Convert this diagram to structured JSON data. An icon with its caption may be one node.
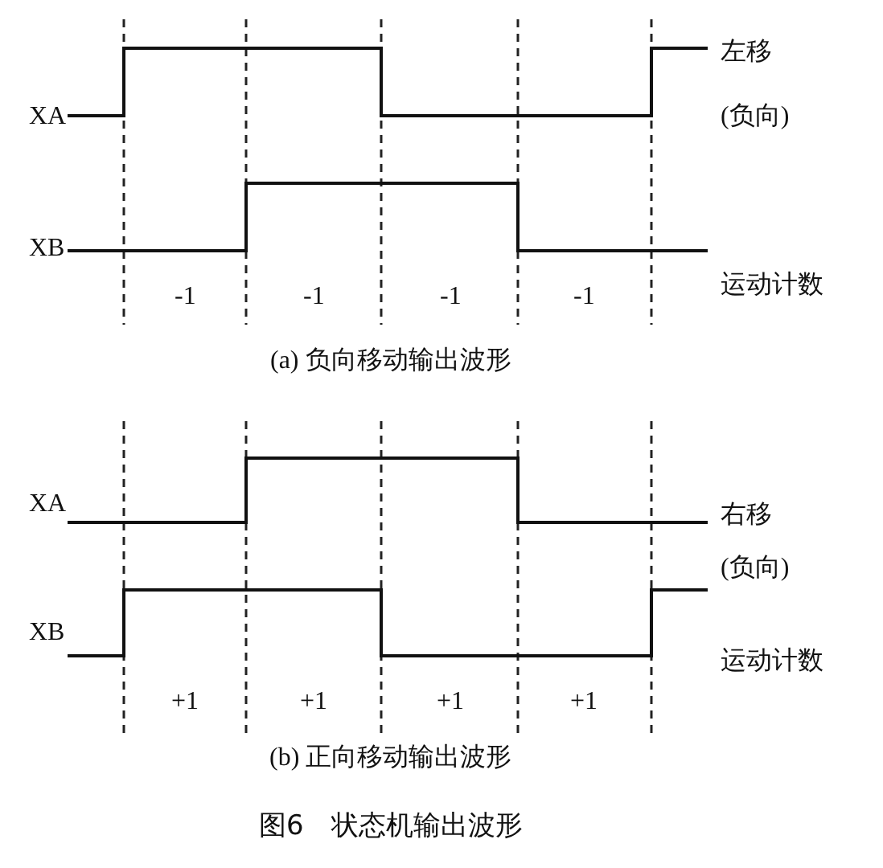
{
  "diagram": {
    "caption": "图6　状态机输出波形",
    "labels": [
      "XA",
      "左移",
      "(负向)",
      "XB",
      "-1",
      "-1",
      "-1",
      "-1",
      "运动计数",
      "(a) 负向移动输出波形",
      "XA",
      "右移",
      "(负向)",
      "XB",
      "+1",
      "+1",
      "+1",
      "+1",
      "运动计数",
      "(b) 正向移动输出波形"
    ]
  }
}
